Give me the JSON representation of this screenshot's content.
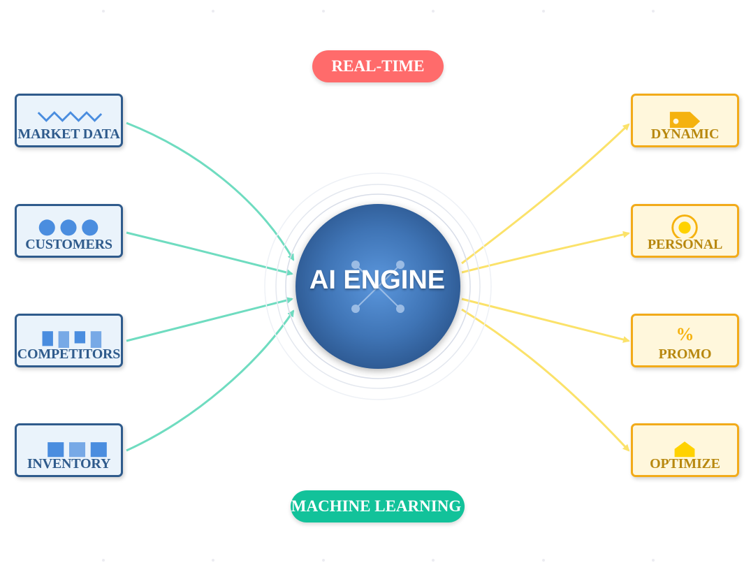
{
  "badges": {
    "top": "REAL-TIME",
    "bottom": "MACHINE LEARNING"
  },
  "engine": {
    "label": "AI ENGINE"
  },
  "inputs": [
    {
      "label": "MARKET DATA",
      "icon": "line-chart-icon"
    },
    {
      "label": "CUSTOMERS",
      "icon": "people-icon"
    },
    {
      "label": "COMPETITORS",
      "icon": "bar-chart-icon"
    },
    {
      "label": "INVENTORY",
      "icon": "boxes-icon"
    }
  ],
  "outputs": [
    {
      "label": "DYNAMIC",
      "icon": "price-tag-icon"
    },
    {
      "label": "PERSONAL",
      "icon": "target-icon"
    },
    {
      "label": "PROMO",
      "icon": "percent-icon",
      "glyph": "%"
    },
    {
      "label": "OPTIMIZE",
      "icon": "crown-icon"
    }
  ],
  "colors": {
    "input_border": "#2f5b8c",
    "input_fill": "#eaf3fb",
    "output_border": "#f2ab1a",
    "output_fill": "#fff7dc",
    "input_arrow": "#6fdcc0",
    "output_arrow": "#fbe26a",
    "engine": "#3a6aa8",
    "realtime_badge": "#ff6b6b",
    "ml_badge": "#12c29a"
  }
}
